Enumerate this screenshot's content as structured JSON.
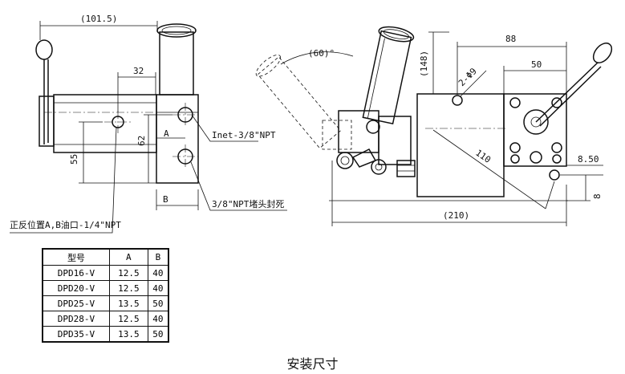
{
  "drawing": {
    "caption": "安装尺寸",
    "left_view": {
      "dim_overall_width": "(101.5)",
      "dim_port_offset": "32",
      "dim_height": "55",
      "dim_port_spacing": "62",
      "label_a": "A",
      "label_b": "B",
      "note_inlet": "Inet-3/8\"NPT",
      "note_plug": "3/8\"NPT堵头封死",
      "note_ports": "正反位置A,B油口-1/4\"NPT"
    },
    "right_view": {
      "dim_angle": "(60)°",
      "dim_height": "(148)",
      "dim_88": "88",
      "dim_50": "50",
      "dim_holes": "2-Φ9",
      "dim_110": "110",
      "dim_210": "(210)",
      "dim_8_50": "8.50",
      "dim_8": "8"
    },
    "table": {
      "headers": [
        "型号",
        "A",
        "B"
      ],
      "rows": [
        [
          "DPD16-V",
          "12.5",
          "40"
        ],
        [
          "DPD20-V",
          "12.5",
          "40"
        ],
        [
          "DPD25-V",
          "13.5",
          "50"
        ],
        [
          "DPD28-V",
          "12.5",
          "40"
        ],
        [
          "DPD35-V",
          "13.5",
          "50"
        ]
      ]
    }
  }
}
